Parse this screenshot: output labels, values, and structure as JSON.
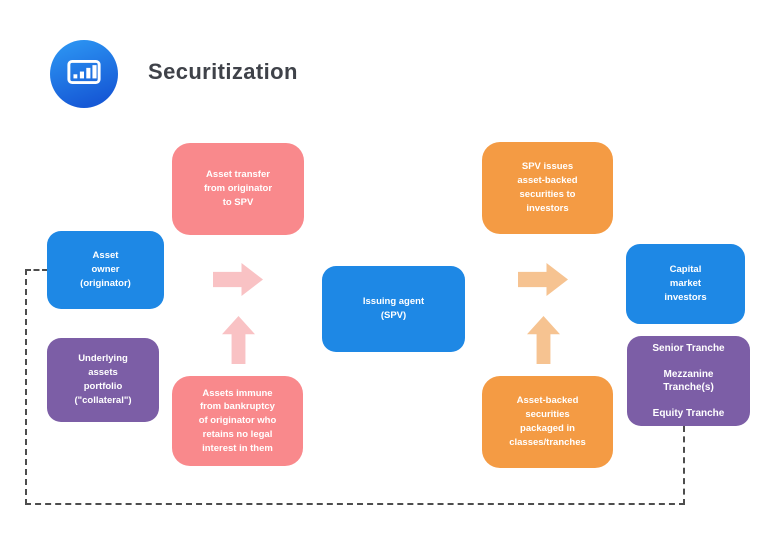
{
  "header": {
    "title": "Securitization",
    "icon": "bar-chart-icon"
  },
  "colors": {
    "node_blue": "#1E88E5",
    "node_pink": "#F9898C",
    "node_orange": "#F49B44",
    "node_purple": "#7C5EA6",
    "arrow_pink": "#F9C2C4",
    "arrow_orange": "#F6C391",
    "title_text": "#3F4249",
    "connector": "#4D4D4D",
    "logo_gradient_start": "#2E9AF5",
    "logo_gradient_end": "#1659D6"
  },
  "diagram": {
    "nodes": {
      "asset_transfer": "Asset transfer\nfrom originator\nto SPV",
      "asset_owner": "Asset\nowner\n(originator)",
      "underlying_assets": "Underlying\nassets\nportfolio\n(\"collateral\")",
      "assets_immune": "Assets immune\nfrom bankruptcy\nof originator who\nretains no legal\ninterest in them",
      "issuing_agent": "Issuing agent\n(SPV)",
      "spv_issues": "SPV issues\nasset-backed\nsecurities to\ninvestors",
      "abs_packaged": "Asset-backed\nsecurities\npackaged in\nclasses/tranches",
      "capital_market_investors": "Capital\nmarket\ninvestors",
      "tranches": "Senior Tranche\n\nMezzanine\nTranche(s)\n\nEquity Tranche"
    }
  }
}
